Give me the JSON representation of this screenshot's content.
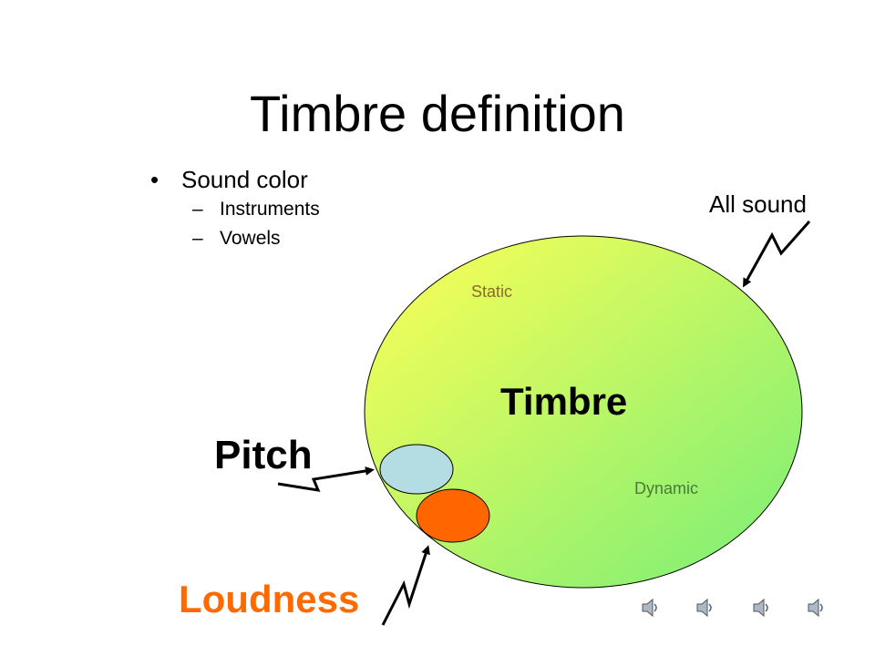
{
  "slide": {
    "title": "Timbre definition",
    "bullet_main": "Sound color",
    "sub_bullets": [
      "Instruments",
      "Vowels"
    ],
    "bullet_glyph": "•",
    "dash_glyph": "–"
  },
  "diagram": {
    "static_label": "Static",
    "dynamic_label": "Dynamic",
    "timbre_label": "Timbre",
    "all_sound_label": "All sound",
    "pitch_label": "Pitch",
    "loudness_label": "Loudness",
    "colors": {
      "big_circle_start": "#ffff55",
      "big_circle_end": "#77ee77",
      "pitch_circle": "#b3dde2",
      "loudness_circle": "#ff6600",
      "loudness_text": "#ff6a00"
    }
  },
  "audio_icons": [
    "speaker-icon",
    "speaker-icon",
    "speaker-icon",
    "speaker-icon"
  ]
}
